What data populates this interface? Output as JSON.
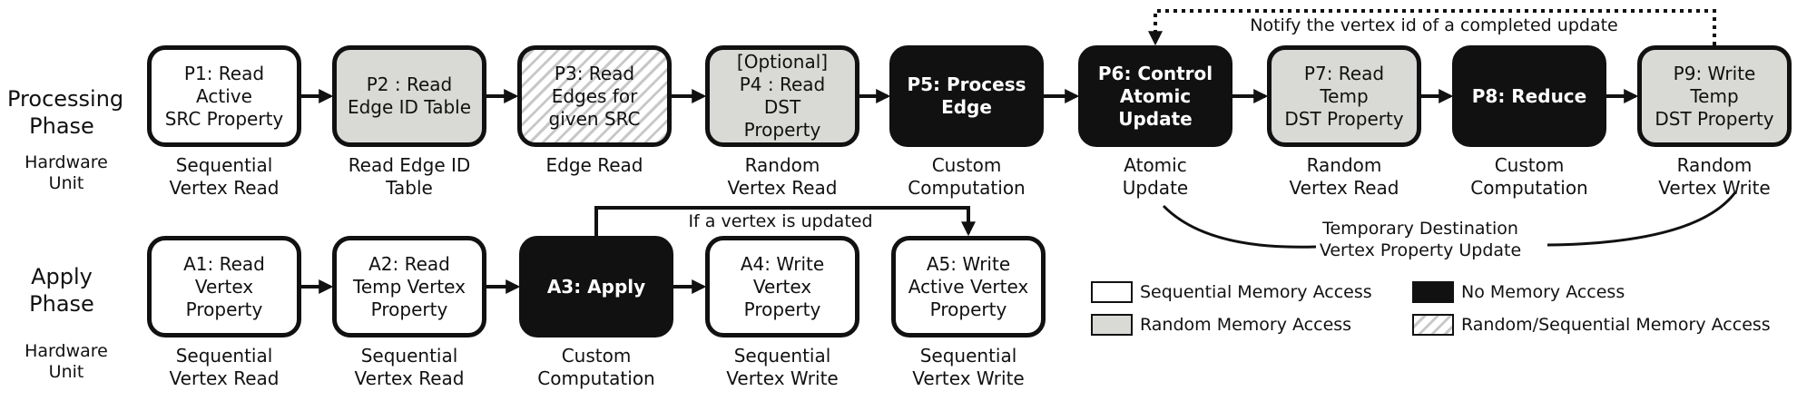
{
  "colors": {
    "sequential": "#ffffff",
    "random": "#d9d9d5",
    "none": "#111111",
    "mixed_hatch": "#c8c8c8",
    "stroke": "#111111"
  },
  "processing": {
    "title": "Processing\nPhase",
    "hw_label": "Hardware\nUnit",
    "stages": [
      {
        "id": "P1",
        "label": "P1: Read\nActive\nSRC Property",
        "access": "sequential",
        "unit": "Sequential\nVertex Read"
      },
      {
        "id": "P2",
        "label": "P2 : Read\nEdge ID Table",
        "access": "random",
        "unit": "Read Edge ID\nTable"
      },
      {
        "id": "P3",
        "label": "P3: Read\nEdges for\ngiven SRC",
        "access": "mixed",
        "unit": "Edge Read"
      },
      {
        "id": "P4",
        "label": "[Optional]\nP4 : Read DST\nProperty",
        "access": "random",
        "unit": "Random\nVertex Read"
      },
      {
        "id": "P5",
        "label": "P5: Process\nEdge",
        "access": "none",
        "unit": "Custom\nComputation"
      },
      {
        "id": "P6",
        "label": "P6: Control\nAtomic\nUpdate",
        "access": "none",
        "unit": "Atomic\nUpdate"
      },
      {
        "id": "P7",
        "label": "P7: Read\nTemp\nDST Property",
        "access": "random",
        "unit": "Random\nVertex Read"
      },
      {
        "id": "P8",
        "label": "P8: Reduce",
        "access": "none",
        "unit": "Custom\nComputation"
      },
      {
        "id": "P9",
        "label": "P9: Write\nTemp\nDST Property",
        "access": "random",
        "unit": "Random\nVertex Write"
      }
    ],
    "feedback_label": "Notify the vertex id of a completed update",
    "temp_update_label": "Temporary Destination\nVertex Property Update"
  },
  "apply": {
    "title": "Apply\nPhase",
    "hw_label": "Hardware\nUnit",
    "stages": [
      {
        "id": "A1",
        "label": "A1: Read\nVertex\nProperty",
        "access": "sequential",
        "unit": "Sequential\nVertex Read"
      },
      {
        "id": "A2",
        "label": "A2: Read\nTemp Vertex\nProperty",
        "access": "sequential",
        "unit": "Sequential\nVertex Read"
      },
      {
        "id": "A3",
        "label": "A3: Apply",
        "access": "none",
        "unit": "Custom\nComputation"
      },
      {
        "id": "A4",
        "label": "A4: Write\nVertex\nProperty",
        "access": "sequential",
        "unit": "Sequential\nVertex Write"
      },
      {
        "id": "A5",
        "label": "A5: Write\nActive Vertex\nProperty",
        "access": "sequential",
        "unit": "Sequential\nVertex Write"
      }
    ],
    "branch_label": "If a vertex is updated"
  },
  "legend": [
    {
      "access": "sequential",
      "label": "Sequential Memory Access"
    },
    {
      "access": "none",
      "label": "No Memory Access"
    },
    {
      "access": "random",
      "label": "Random Memory Access"
    },
    {
      "access": "mixed",
      "label": "Random/Sequential Memory Access"
    }
  ]
}
